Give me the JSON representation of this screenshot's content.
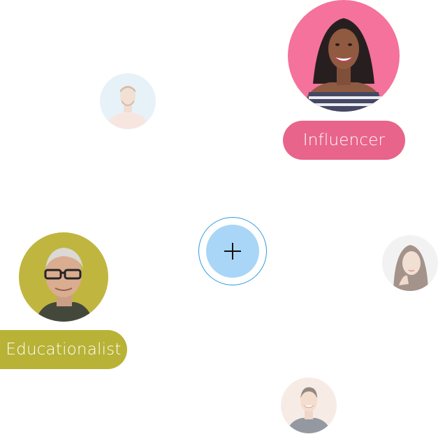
{
  "roles": {
    "influencer": {
      "label": "Influencer",
      "color": "#e8648a"
    },
    "educationalist": {
      "label": "Educationalist",
      "color": "#b8b236"
    }
  },
  "add_button": {
    "icon": "plus-icon",
    "ring_color": "#2e9be0",
    "fill_color": "#a9d6f7"
  },
  "avatars": [
    {
      "name": "avatar-man-beard",
      "bg": "#cfe6ee"
    },
    {
      "name": "avatar-influencer",
      "bg": "#f46b96"
    },
    {
      "name": "avatar-educationalist",
      "bg": "#bdb335"
    },
    {
      "name": "avatar-woman-brunette",
      "bg": "#e9e6e8"
    },
    {
      "name": "avatar-man-smiling",
      "bg": "#f1d9d1"
    }
  ]
}
